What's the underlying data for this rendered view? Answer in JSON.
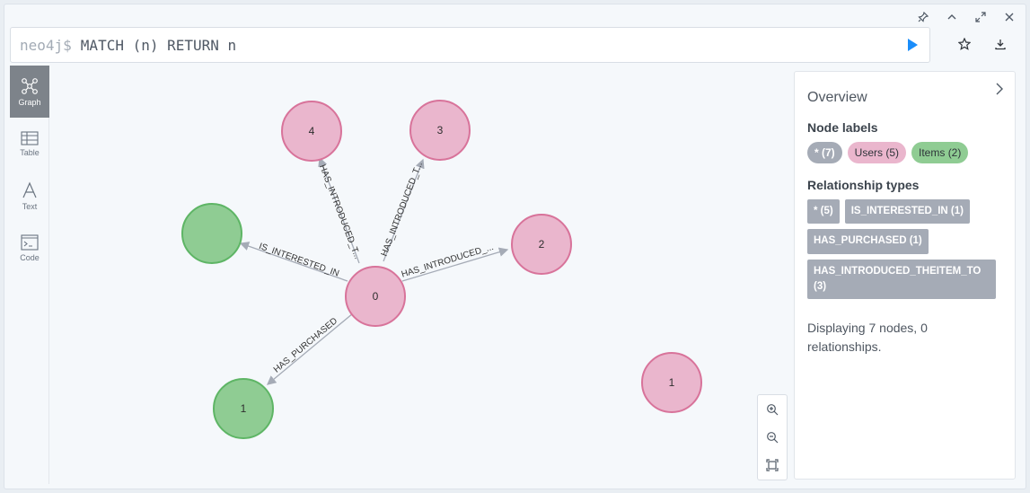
{
  "editor": {
    "prompt": "neo4j$",
    "query": "MATCH (n) RETURN n"
  },
  "window_controls": [
    "pin-icon",
    "collapse-up-icon",
    "expand-icon",
    "close-icon"
  ],
  "sidebar": {
    "tabs": [
      {
        "label": "Graph",
        "icon": "graph-icon",
        "active": true
      },
      {
        "label": "Table",
        "icon": "table-icon",
        "active": false
      },
      {
        "label": "Text",
        "icon": "text-icon",
        "active": false
      },
      {
        "label": "Code",
        "icon": "code-icon",
        "active": false
      }
    ]
  },
  "graph": {
    "nodes": [
      {
        "id": "n0",
        "caption": "0",
        "type": "Users"
      },
      {
        "id": "n2",
        "caption": "2",
        "type": "Users"
      },
      {
        "id": "n3",
        "caption": "3",
        "type": "Users"
      },
      {
        "id": "n4",
        "caption": "4",
        "type": "Users"
      },
      {
        "id": "nu1",
        "caption": "1",
        "type": "Users"
      },
      {
        "id": "ni1",
        "caption": "1",
        "type": "Items"
      },
      {
        "id": "nie",
        "caption": "",
        "type": "Items"
      }
    ],
    "relationships": [
      {
        "from": "n0",
        "to": "n4",
        "label": "HAS_INTRODUCED_T..."
      },
      {
        "from": "n0",
        "to": "n3",
        "label": "HAS_INTRODUCED_T..."
      },
      {
        "from": "n0",
        "to": "n2",
        "label": "HAS_INTRODUCED_..."
      },
      {
        "from": "n0",
        "to": "nie",
        "label": "IS_INTERESTED_IN"
      },
      {
        "from": "n0",
        "to": "ni1",
        "label": "HAS_PURCHASED"
      }
    ],
    "colors": {
      "users": "#eab6cd",
      "users_border": "#d8739a",
      "items": "#8fcc93",
      "items_border": "#5eb565",
      "rel": "#a5abb6"
    }
  },
  "overview": {
    "title": "Overview",
    "node_labels_heading": "Node labels",
    "node_labels": [
      {
        "text": "* (7)",
        "style": "gray"
      },
      {
        "text": "Users (5)",
        "style": "pink"
      },
      {
        "text": "Items (2)",
        "style": "green"
      }
    ],
    "rel_types_heading": "Relationship types",
    "rel_types": [
      "* (5)",
      "IS_INTERESTED_IN (1)",
      "HAS_PURCHASED (1)",
      "HAS_INTRODUCED_THEITEM_TO (3)"
    ],
    "summary": "Displaying 7 nodes, 0 relationships."
  },
  "zoom_controls": [
    "zoom-in-icon",
    "zoom-out-icon",
    "fit-icon"
  ]
}
